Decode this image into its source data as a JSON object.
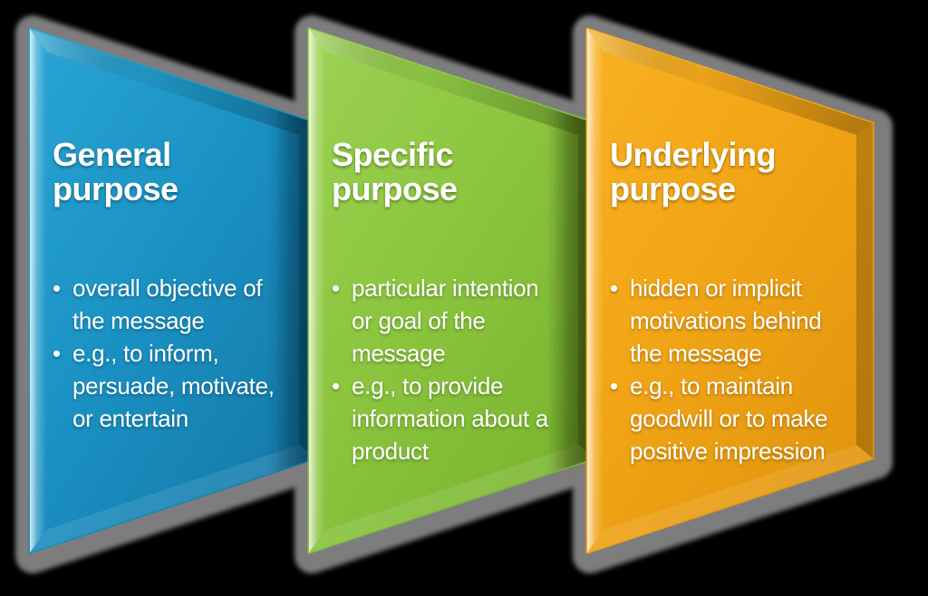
{
  "canvas": {
    "background": "#000000",
    "shadow_color": "#7d7d7d",
    "text_color": "#ffffff",
    "bullet_char": "•"
  },
  "panels": [
    {
      "id": "general",
      "title": "General\npurpose",
      "bullets": [
        "overall objective of\nthe message",
        "e.g., to inform,\npersuade, motivate,\nor entertain"
      ],
      "colors": {
        "fill_light": "#2aa5d3",
        "fill": "#1b93c5",
        "fill_dark": "#1478a8",
        "overlap_tint": "#0a2a40"
      }
    },
    {
      "id": "specific",
      "title": "Specific\npurpose",
      "bullets": [
        "particular intention\nor goal of the\nmessage",
        "e.g., to provide\ninformation about a\nproduct"
      ],
      "colors": {
        "fill_light": "#9cd253",
        "fill": "#8cc63f",
        "fill_dark": "#78b32e",
        "overlap_tint": "#1e2a06"
      }
    },
    {
      "id": "underlying",
      "title": "Underlying\npurpose",
      "bullets": [
        "hidden or implicit\nmotivations behind\nthe message",
        "e.g., to maintain\ngoodwill or to make\npositive impression"
      ],
      "colors": {
        "fill_light": "#f8b123",
        "fill": "#f2a516",
        "fill_dark": "#e0940c",
        "overlap_tint": "#000000"
      }
    }
  ]
}
